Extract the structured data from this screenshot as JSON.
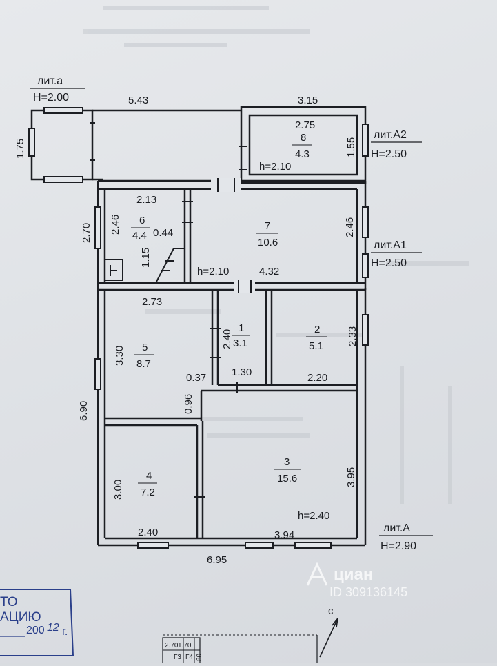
{
  "liters": {
    "a": {
      "name": "лит.а",
      "height": "H=2.00"
    },
    "A2": {
      "name": "лит.А2",
      "height": "H=2.50"
    },
    "A1": {
      "name": "лит.А1",
      "height": "H=2.50"
    },
    "A": {
      "name": "лит.А",
      "height": "H=2.90"
    }
  },
  "dimensions": {
    "top_left": "5.43",
    "top_right": "3.15",
    "porch_height": "1.75",
    "r8_width": "2.75",
    "r8_height": "1.55",
    "left_a1": "2.70",
    "r6_height": "2.46",
    "r6_width": "2.13",
    "r7_height": "2.46",
    "stair_width": "0.44",
    "stair_length": "1.15",
    "r7_width": "4.32",
    "r5_width": "2.73",
    "r5_height": "3.30",
    "r1_height": "2.40",
    "r2_height": "2.33",
    "left_total": "6.90",
    "corridor_a": "0.37",
    "corridor_b": "0.96",
    "r1_width": "1.30",
    "r2_width": "2.20",
    "r4_height": "3.00",
    "r3_height": "3.95",
    "r4_width": "2.40",
    "r3_width": "3.94",
    "bottom_total": "6.95"
  },
  "rooms": [
    {
      "number": "8",
      "area": "4.3"
    },
    {
      "number": "6",
      "area": "4.4"
    },
    {
      "number": "7",
      "area": "10.6"
    },
    {
      "number": "5",
      "area": "8.7"
    },
    {
      "number": "1",
      "area": "3.1"
    },
    {
      "number": "2",
      "area": "5.1"
    },
    {
      "number": "3",
      "area": "15.6"
    },
    {
      "number": "4",
      "area": "7.2"
    }
  ],
  "ceiling_heights": {
    "r8": "h=2.10",
    "r7": "h=2.10",
    "r3": "h=2.40"
  },
  "stamp": {
    "line1": "ТО",
    "line2": "АЦИЮ",
    "line3": "200",
    "year_handwritten": "12",
    "suffix": "г."
  },
  "watermark": {
    "brand": "циан",
    "id": "ID 309136145"
  },
  "north_arrow": {
    "label": "с"
  },
  "mini_table": {
    "cells": [
      "2.70",
      "1.70",
      "Г3",
      "Г4",
      "80"
    ]
  }
}
